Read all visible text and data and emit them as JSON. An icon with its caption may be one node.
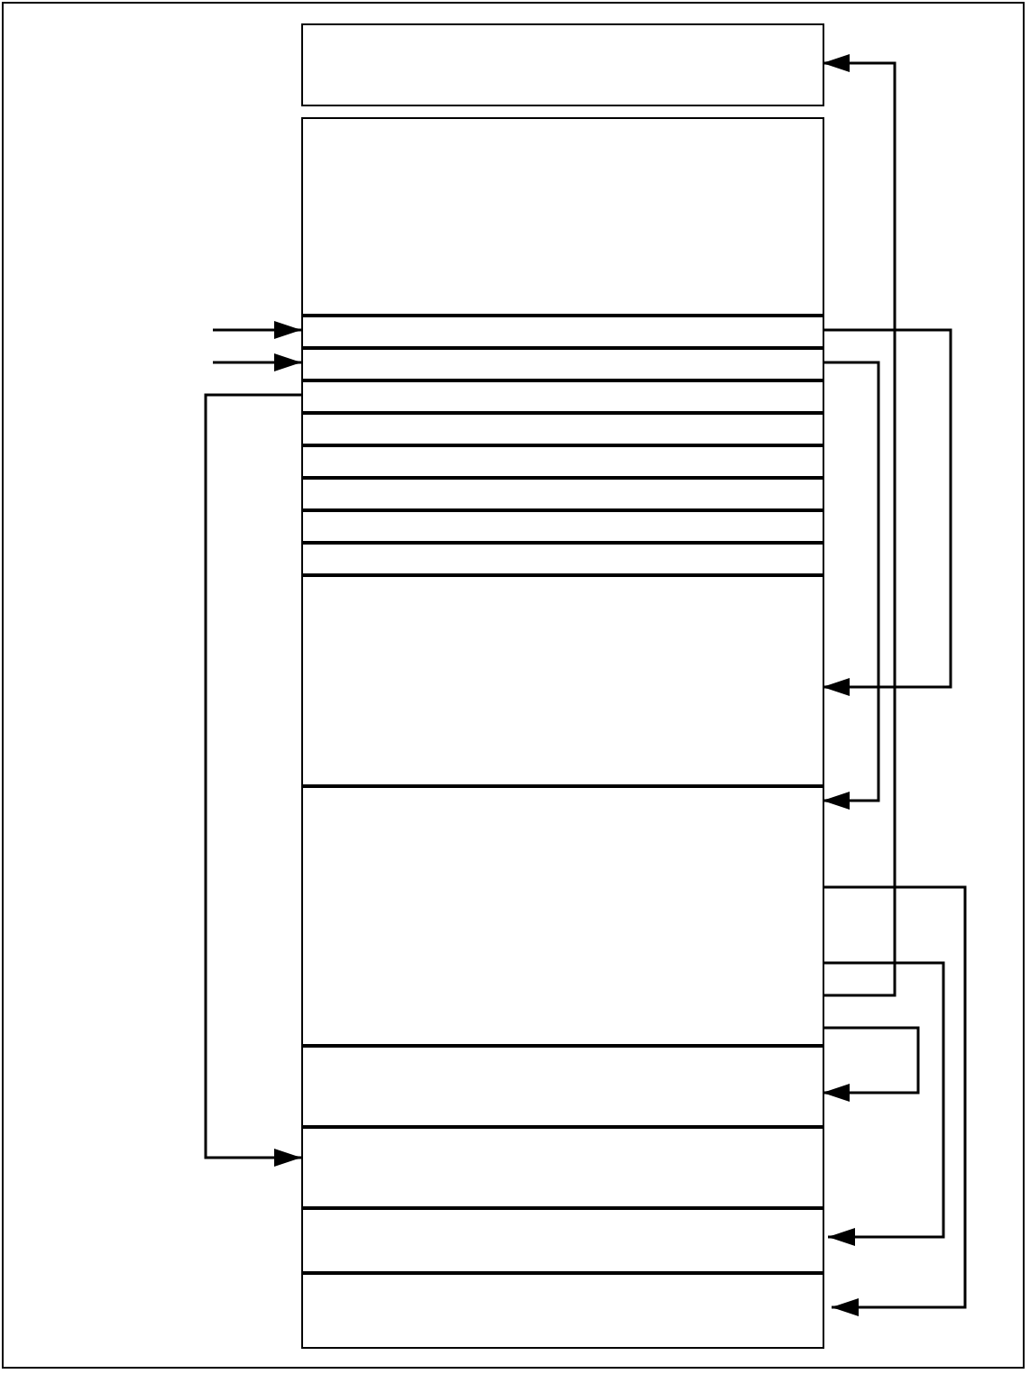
{
  "diagram": {
    "nodes": [
      {
        "text": [],
        "shape": "box"
      },
      {
        "text": [],
        "shape": "box"
      },
      {
        "text": [],
        "shape": "box"
      },
      {
        "text": [],
        "shape": "box"
      },
      {
        "text": [],
        "shape": "box"
      },
      {
        "text": [],
        "shape": "box"
      },
      {
        "text": [],
        "shape": "box"
      },
      {
        "text": [],
        "shape": "box"
      },
      {
        "text": [],
        "shape": "box"
      },
      {
        "text": [],
        "shape": "box"
      },
      {
        "text": [],
        "shape": "box"
      },
      {
        "text": [],
        "shape": "box"
      },
      {
        "text": [],
        "shape": "box"
      },
      {
        "text": [],
        "shape": "box"
      },
      {
        "text": [],
        "shape": "box"
      },
      {
        "text": [],
        "shape": "box"
      }
    ],
    "edges": [
      {
        "from": null,
        "to": 2,
        "arrow": "to"
      },
      {
        "from": null,
        "to": 3,
        "arrow": "to"
      },
      {
        "from": 4,
        "to": 13,
        "arrow": "to"
      },
      {
        "from": 2,
        "to": 10,
        "arrow": "to"
      },
      {
        "from": 3,
        "to": 11,
        "arrow": "to"
      },
      {
        "from": 11,
        "to": 0,
        "arrow": "to"
      },
      {
        "from": 11,
        "to": 15,
        "arrow": "to"
      },
      {
        "from": 11,
        "to": 14,
        "arrow": "to"
      },
      {
        "from": 11,
        "to": 12,
        "arrow": "to"
      }
    ]
  }
}
